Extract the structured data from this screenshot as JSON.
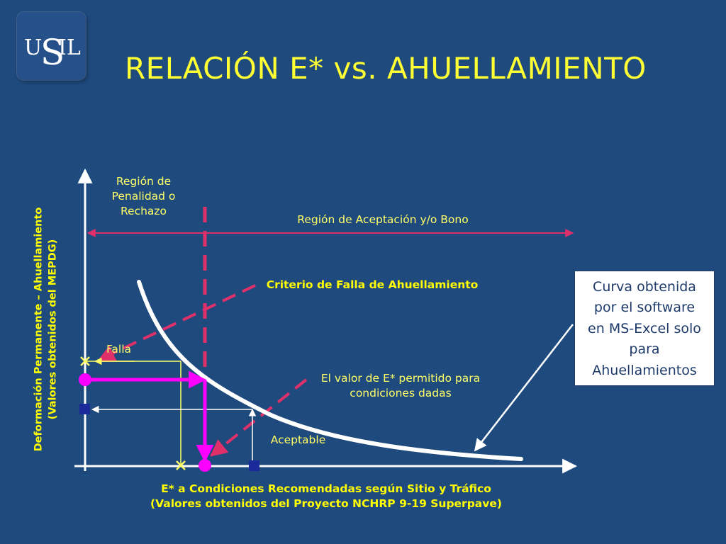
{
  "title": "RELACIÓN E* vs. AHUELLAMIENTO",
  "logo": {
    "text_left": "U",
    "text_right": "IL",
    "text_mid": "S",
    "icon": "usil-logo"
  },
  "labels": {
    "penalty_region": [
      "Región de",
      "Penalidad o",
      "Rechazo"
    ],
    "acceptance_region": "Región de Aceptación y/o Bono",
    "failure_criterion": "Criterio de Falla de Ahuellamiento",
    "failure": "Falla",
    "allowed_value": [
      "El valor de E* permitido para",
      "condiciones dadas"
    ],
    "acceptable": "Aceptable"
  },
  "callout": [
    "Curva obtenida",
    "por el software",
    "en MS-Excel solo",
    "para",
    "Ahuellamientos"
  ],
  "axes": {
    "y_label": [
      "Deformación Permanente – Ahuellamiento",
      "(Valores obtenidos del MEPDG)"
    ],
    "x_label": [
      "E* a Condiciones Recomendadas según Sitio y Tráfico",
      "(Valores obtenidos del Proyecto NCHRP 9-19 Superpave)"
    ]
  },
  "colors": {
    "background": "#1f4a7e",
    "title": "#ffff33",
    "criterion": "#e0306a",
    "magenta": "#ff00ff",
    "yellow_line": "#ffff66",
    "marker_square": "#1a2a9a",
    "curve": "#ffffff"
  }
}
